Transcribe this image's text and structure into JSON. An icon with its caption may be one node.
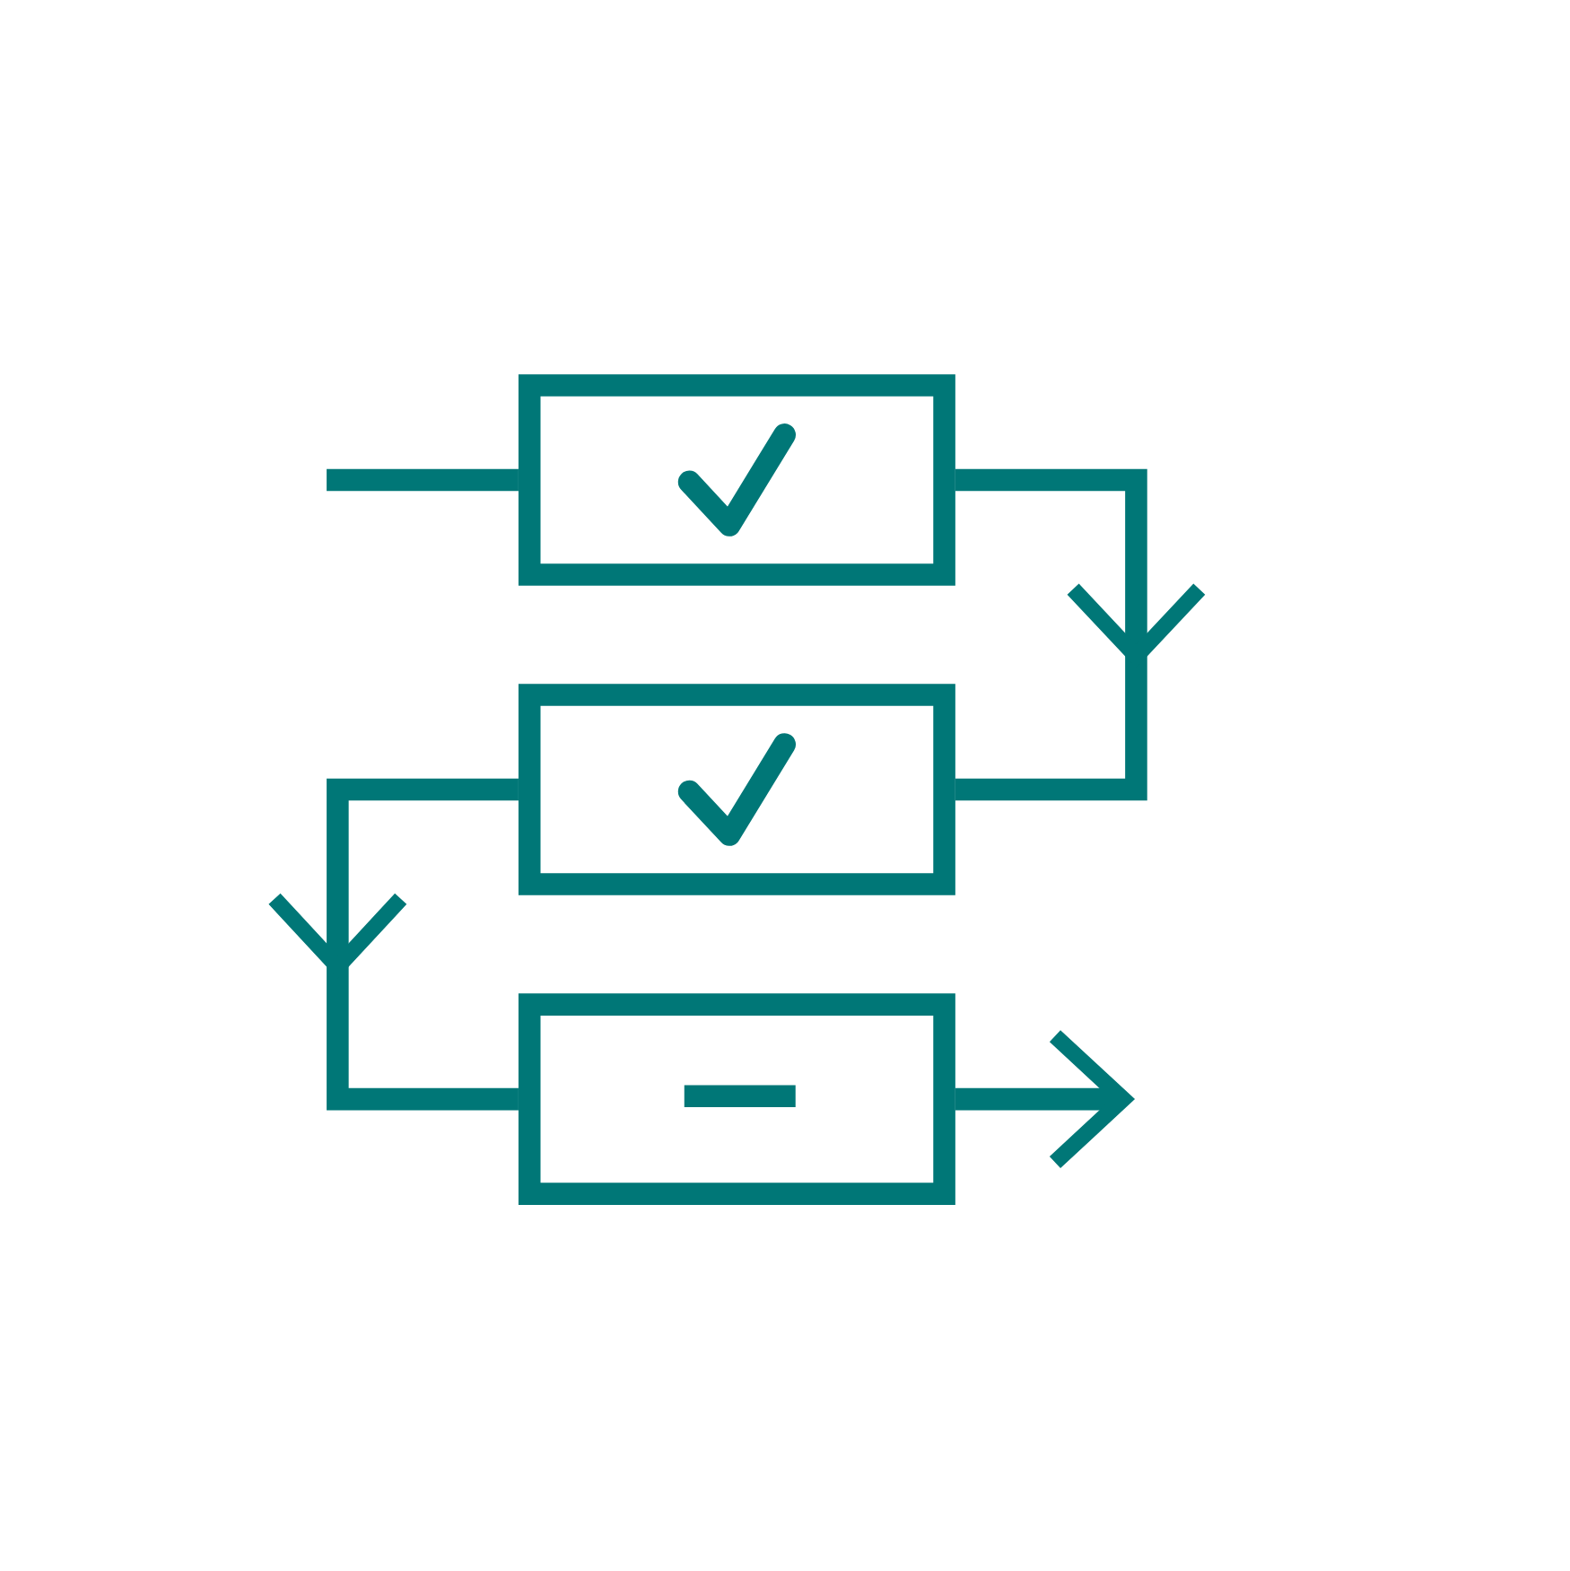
{
  "diagram": {
    "nodes": [
      {
        "text": [],
        "shape": "box"
      },
      {
        "text": [],
        "shape": "box"
      },
      {
        "text": [],
        "shape": "box"
      }
    ],
    "edges": [
      {
        "from": null,
        "to": 0,
        "arrow": "none"
      },
      {
        "from": 0,
        "to": 1,
        "arrow": "to"
      },
      {
        "from": 1,
        "to": 2,
        "arrow": "to"
      },
      {
        "from": 2,
        "to": null,
        "arrow": "to"
      }
    ]
  }
}
